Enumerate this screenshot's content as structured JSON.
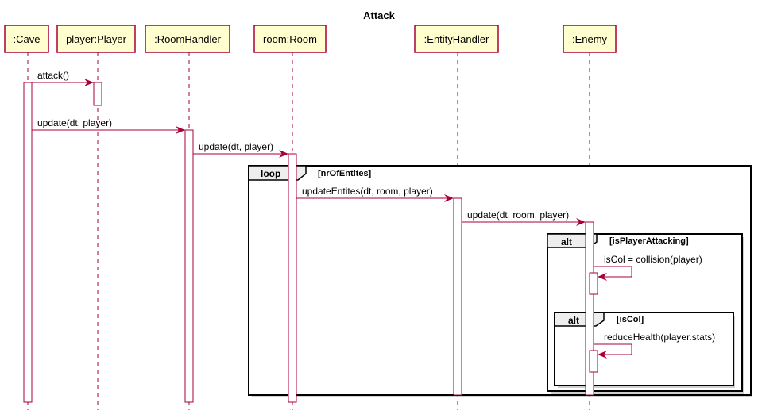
{
  "title": "Attack",
  "colors": {
    "participant_fill": "#FEFECE",
    "participant_border": "#A80036",
    "arrow": "#A80036",
    "frame_border": "#000000",
    "frame_shadow": "#B0B0B0"
  },
  "participants": [
    {
      "id": "cave",
      "label": ":Cave"
    },
    {
      "id": "player",
      "label": "player:Player"
    },
    {
      "id": "roomhandler",
      "label": ":RoomHandler"
    },
    {
      "id": "room",
      "label": "room:Room"
    },
    {
      "id": "entityhandler",
      "label": ":EntityHandler"
    },
    {
      "id": "enemy",
      "label": ":Enemy"
    }
  ],
  "messages": [
    {
      "from": "cave",
      "to": "player",
      "label": "attack()"
    },
    {
      "from": "cave",
      "to": "roomhandler",
      "label": "update(dt, player)"
    },
    {
      "from": "roomhandler",
      "to": "room",
      "label": "update(dt, player)"
    },
    {
      "from": "room",
      "to": "entityhandler",
      "label": "updateEntites(dt, room, player)"
    },
    {
      "from": "entityhandler",
      "to": "enemy",
      "label": "update(dt, room, player)"
    },
    {
      "from": "enemy",
      "to": "enemy",
      "label": "isCol = collision(player)"
    },
    {
      "from": "enemy",
      "to": "enemy",
      "label": "reduceHealth(player.stats)"
    }
  ],
  "fragments": [
    {
      "kind": "loop",
      "condition": "[nrOfEntites]"
    },
    {
      "kind": "alt",
      "condition": "[isPlayerAttacking]"
    },
    {
      "kind": "alt",
      "condition": "[isCol]"
    }
  ]
}
